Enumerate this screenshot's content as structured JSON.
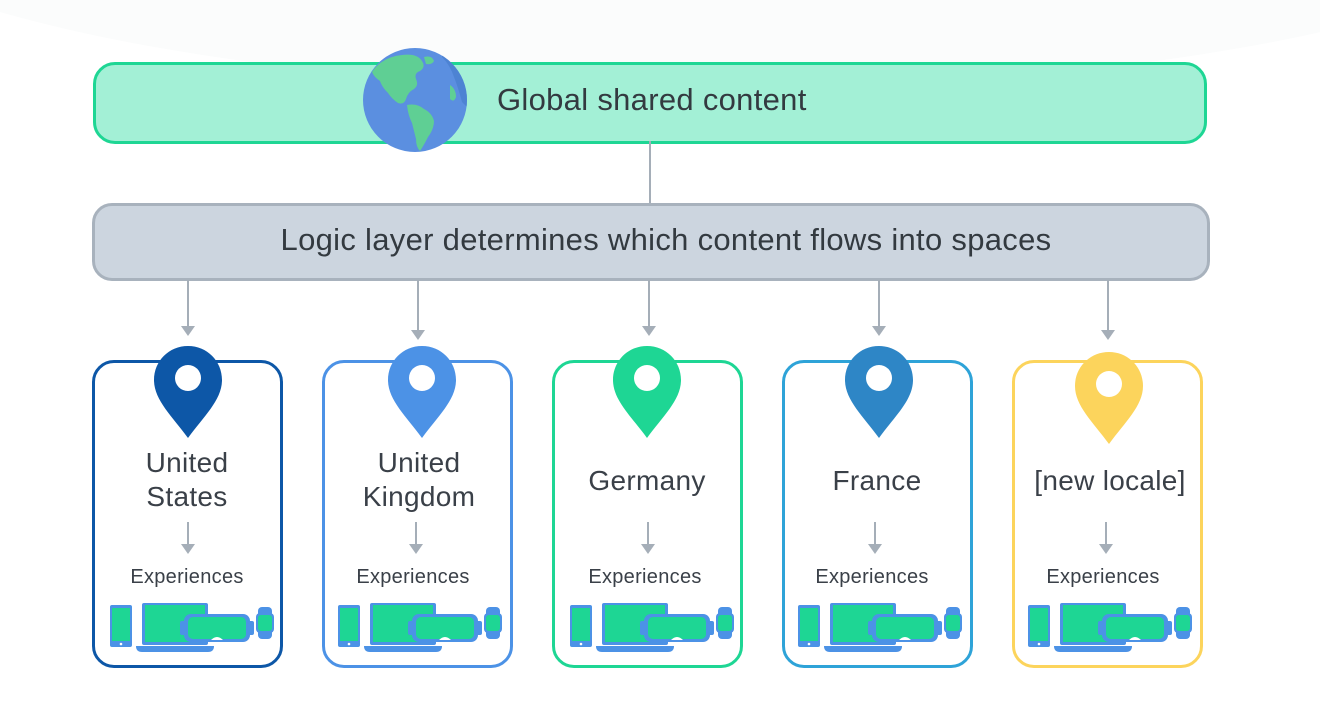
{
  "diagram": {
    "top_box": {
      "label": "Global shared content",
      "icon": "globe-icon",
      "fill": "#a3f0d6",
      "border": "#1ed694"
    },
    "logic_box": {
      "label": "Logic layer determines which content flows into spaces",
      "fill": "#ccd5df",
      "border": "#a8b2bd"
    },
    "connector_color": "#a5aeb8",
    "locales": [
      {
        "title_line1": "United",
        "title_line2": "States",
        "experiences_label": "Experiences",
        "color": "#0d57a7",
        "icon": "map-pin-icon"
      },
      {
        "title_line1": "United",
        "title_line2": "Kingdom",
        "experiences_label": "Experiences",
        "color": "#4c92e6",
        "icon": "map-pin-icon"
      },
      {
        "title_line1": "Germany",
        "title_line2": "",
        "experiences_label": "Experiences",
        "color": "#1ed694",
        "icon": "map-pin-icon"
      },
      {
        "title_line1": "France",
        "title_line2": "",
        "experiences_label": "Experiences",
        "color": "#2e86c6",
        "icon": "map-pin-icon"
      },
      {
        "title_line1": "[new locale]",
        "title_line2": "",
        "experiences_label": "Experiences",
        "color": "#fcd45c",
        "icon": "map-pin-icon"
      }
    ],
    "device_icons": [
      "phone-icon",
      "laptop-icon",
      "vr-headset-icon",
      "smartwatch-icon"
    ],
    "device_colors": {
      "screen": "#1ed694",
      "frame": "#4c92e6"
    }
  }
}
